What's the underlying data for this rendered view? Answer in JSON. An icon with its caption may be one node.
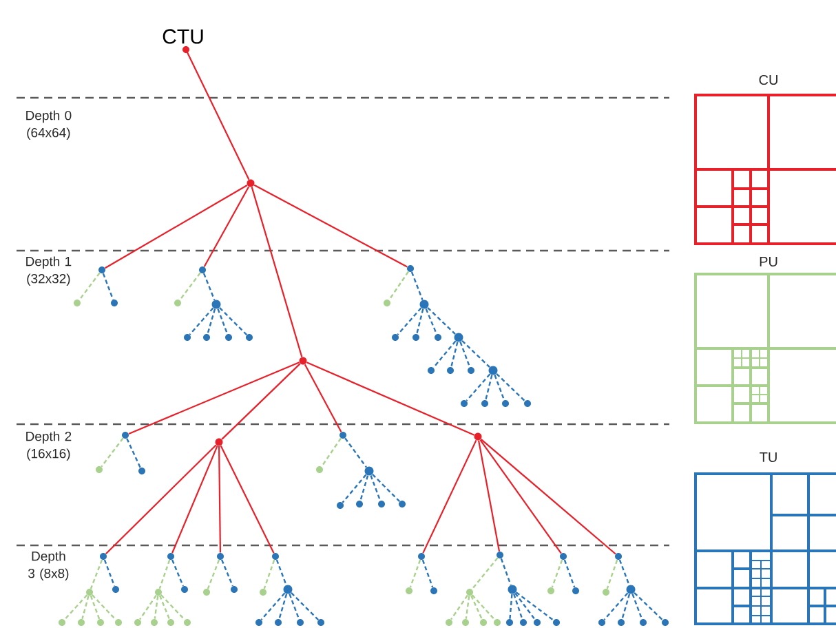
{
  "diagram": {
    "nodes": [
      {
        "text": [
          "CTU"
        ]
      },
      {
        "text": [],
        "shape": "circle"
      },
      {
        "text": [],
        "shape": "circle"
      },
      {
        "text": [],
        "shape": "circle"
      },
      {
        "text": [],
        "shape": "circle"
      },
      {
        "text": [],
        "shape": "circle"
      },
      {
        "text": [],
        "shape": "circle"
      },
      {
        "text": [],
        "shape": "circle"
      },
      {
        "text": [],
        "shape": "circle"
      },
      {
        "text": [],
        "shape": "circle"
      },
      {
        "text": [],
        "shape": "circle"
      },
      {
        "text": [],
        "shape": "circle"
      },
      {
        "text": [],
        "shape": "circle"
      },
      {
        "text": [],
        "shape": "circle"
      },
      {
        "text": [],
        "shape": "circle"
      },
      {
        "text": [],
        "shape": "circle"
      },
      {
        "text": [],
        "shape": "circle"
      },
      {
        "text": [],
        "shape": "circle"
      },
      {
        "text": [],
        "shape": "circle"
      },
      {
        "text": [],
        "shape": "circle"
      },
      {
        "text": [],
        "shape": "circle"
      },
      {
        "text": [],
        "shape": "circle"
      },
      {
        "text": [],
        "shape": "circle"
      },
      {
        "text": [],
        "shape": "circle"
      },
      {
        "text": [],
        "shape": "circle"
      },
      {
        "text": [],
        "shape": "circle"
      },
      {
        "text": [],
        "shape": "circle"
      },
      {
        "text": [],
        "shape": "circle"
      },
      {
        "text": [],
        "shape": "circle"
      },
      {
        "text": [],
        "shape": "circle"
      },
      {
        "text": [],
        "shape": "circle"
      },
      {
        "text": [],
        "shape": "circle"
      },
      {
        "text": [],
        "shape": "circle"
      },
      {
        "text": [],
        "shape": "circle"
      },
      {
        "text": [],
        "shape": "circle"
      },
      {
        "text": [],
        "shape": "circle"
      },
      {
        "text": [],
        "shape": "circle"
      },
      {
        "text": [],
        "shape": "circle"
      },
      {
        "text": [],
        "shape": "circle"
      },
      {
        "text": [],
        "shape": "circle"
      },
      {
        "text": [],
        "shape": "circle"
      },
      {
        "text": [],
        "shape": "circle"
      },
      {
        "text": [],
        "shape": "circle"
      },
      {
        "text": [],
        "shape": "circle"
      },
      {
        "text": [],
        "shape": "circle"
      },
      {
        "text": [],
        "shape": "circle"
      },
      {
        "text": [],
        "shape": "circle"
      },
      {
        "text": [],
        "shape": "circle"
      },
      {
        "text": [],
        "shape": "circle"
      },
      {
        "text": [],
        "shape": "circle"
      },
      {
        "text": [],
        "shape": "circle"
      },
      {
        "text": [],
        "shape": "circle"
      },
      {
        "text": [],
        "shape": "circle"
      },
      {
        "text": [],
        "shape": "circle"
      },
      {
        "text": [],
        "shape": "circle"
      },
      {
        "text": [],
        "shape": "circle"
      },
      {
        "text": [],
        "shape": "circle"
      },
      {
        "text": [],
        "shape": "circle"
      },
      {
        "text": [],
        "shape": "circle"
      },
      {
        "text": [],
        "shape": "circle"
      },
      {
        "text": [],
        "shape": "circle"
      },
      {
        "text": [],
        "shape": "circle"
      },
      {
        "text": [],
        "shape": "circle"
      },
      {
        "text": [],
        "shape": "circle"
      },
      {
        "text": [],
        "shape": "circle"
      },
      {
        "text": [],
        "shape": "circle"
      },
      {
        "text": [],
        "shape": "circle"
      },
      {
        "text": [],
        "shape": "circle"
      },
      {
        "text": [],
        "shape": "circle"
      },
      {
        "text": [],
        "shape": "circle"
      },
      {
        "text": [],
        "shape": "circle"
      },
      {
        "text": [],
        "shape": "circle"
      },
      {
        "text": [],
        "shape": "circle"
      },
      {
        "text": [],
        "shape": "circle"
      },
      {
        "text": [],
        "shape": "circle"
      },
      {
        "text": [],
        "shape": "circle"
      },
      {
        "text": [],
        "shape": "circle"
      },
      {
        "text": [],
        "shape": "circle"
      },
      {
        "text": [],
        "shape": "circle"
      },
      {
        "text": [],
        "shape": "circle"
      },
      {
        "text": [],
        "shape": "circle"
      },
      {
        "text": [],
        "shape": "circle"
      },
      {
        "text": [],
        "shape": "circle"
      },
      {
        "text": [],
        "shape": "circle"
      },
      {
        "text": [],
        "shape": "circle"
      },
      {
        "text": [],
        "shape": "circle"
      },
      {
        "text": [],
        "shape": "circle"
      },
      {
        "text": [],
        "shape": "circle"
      }
    ],
    "edges": [
      {
        "from": 0,
        "to": 1,
        "arrow": "none",
        "color": "#e8202a"
      },
      {
        "from": 1,
        "to": 2,
        "arrow": "none",
        "color": "#e8202a"
      },
      {
        "from": 1,
        "to": 3,
        "arrow": "none",
        "color": "#e8202a"
      },
      {
        "from": 1,
        "to": 4,
        "arrow": "none",
        "color": "#e8202a"
      },
      {
        "from": 1,
        "to": 5,
        "arrow": "none",
        "color": "#e8202a"
      },
      {
        "from": 4,
        "to": 28,
        "arrow": "none",
        "color": "#e8202a"
      },
      {
        "from": 4,
        "to": 29,
        "arrow": "none",
        "color": "#e8202a"
      },
      {
        "from": 4,
        "to": 30,
        "arrow": "none",
        "color": "#e8202a"
      },
      {
        "from": 4,
        "to": 31,
        "arrow": "none",
        "color": "#e8202a"
      },
      {
        "from": 29,
        "to": 40,
        "arrow": "none",
        "color": "#e8202a"
      },
      {
        "from": 29,
        "to": 41,
        "arrow": "none",
        "color": "#e8202a"
      },
      {
        "from": 29,
        "to": 42,
        "arrow": "none",
        "color": "#e8202a"
      },
      {
        "from": 29,
        "to": 43,
        "arrow": "none",
        "color": "#e8202a"
      },
      {
        "from": 31,
        "to": 44,
        "arrow": "none",
        "color": "#e8202a"
      },
      {
        "from": 31,
        "to": 45,
        "arrow": "none",
        "color": "#e8202a"
      },
      {
        "from": 31,
        "to": 46,
        "arrow": "none",
        "color": "#e8202a"
      },
      {
        "from": 31,
        "to": 47,
        "arrow": "none",
        "color": "#e8202a"
      },
      {
        "from": 2,
        "to": 6,
        "arrow": "none",
        "style": "dashed",
        "color": "#a9d18e"
      },
      {
        "from": 3,
        "to": 8,
        "arrow": "none",
        "style": "dashed",
        "color": "#a9d18e"
      },
      {
        "from": 5,
        "to": 14,
        "arrow": "none",
        "style": "dashed",
        "color": "#a9d18e"
      },
      {
        "from": 28,
        "to": 32,
        "arrow": "none",
        "style": "dashed",
        "color": "#a9d18e"
      },
      {
        "from": 30,
        "to": 34,
        "arrow": "none",
        "style": "dashed",
        "color": "#a9d18e"
      },
      {
        "from": 40,
        "to": 48,
        "arrow": "none",
        "style": "dashed",
        "color": "#a9d18e"
      },
      {
        "from": 41,
        "to": 50,
        "arrow": "none",
        "style": "dashed",
        "color": "#a9d18e"
      },
      {
        "from": 42,
        "to": 52,
        "arrow": "none",
        "style": "dashed",
        "color": "#a9d18e"
      },
      {
        "from": 43,
        "to": 54,
        "arrow": "none",
        "style": "dashed",
        "color": "#a9d18e"
      },
      {
        "from": 44,
        "to": 56,
        "arrow": "none",
        "style": "dashed",
        "color": "#a9d18e"
      },
      {
        "from": 45,
        "to": 58,
        "arrow": "none",
        "style": "dashed",
        "color": "#a9d18e"
      },
      {
        "from": 46,
        "to": 60,
        "arrow": "none",
        "style": "dashed",
        "color": "#a9d18e"
      },
      {
        "from": 47,
        "to": 62,
        "arrow": "none",
        "style": "dashed",
        "color": "#a9d18e"
      },
      {
        "from": 48,
        "to": 64,
        "arrow": "none",
        "style": "dashed",
        "color": "#a9d18e"
      },
      {
        "from": 48,
        "to": 65,
        "arrow": "none",
        "style": "dashed",
        "color": "#a9d18e"
      },
      {
        "from": 48,
        "to": 66,
        "arrow": "none",
        "style": "dashed",
        "color": "#a9d18e"
      },
      {
        "from": 48,
        "to": 67,
        "arrow": "none",
        "style": "dashed",
        "color": "#a9d18e"
      },
      {
        "from": 50,
        "to": 68,
        "arrow": "none",
        "style": "dashed",
        "color": "#a9d18e"
      },
      {
        "from": 50,
        "to": 69,
        "arrow": "none",
        "style": "dashed",
        "color": "#a9d18e"
      },
      {
        "from": 50,
        "to": 70,
        "arrow": "none",
        "style": "dashed",
        "color": "#a9d18e"
      },
      {
        "from": 50,
        "to": 71,
        "arrow": "none",
        "style": "dashed",
        "color": "#a9d18e"
      },
      {
        "from": 58,
        "to": 76,
        "arrow": "none",
        "style": "dashed",
        "color": "#a9d18e"
      },
      {
        "from": 58,
        "to": 77,
        "arrow": "none",
        "style": "dashed",
        "color": "#a9d18e"
      },
      {
        "from": 58,
        "to": 78,
        "arrow": "none",
        "style": "dashed",
        "color": "#a9d18e"
      },
      {
        "from": 58,
        "to": 79,
        "arrow": "none",
        "style": "dashed",
        "color": "#a9d18e"
      },
      {
        "from": 2,
        "to": 7,
        "arrow": "none",
        "style": "dashed"
      },
      {
        "from": 3,
        "to": 9,
        "arrow": "none",
        "style": "dashed"
      },
      {
        "from": 9,
        "to": 10,
        "arrow": "none",
        "style": "dashed"
      },
      {
        "from": 9,
        "to": 11,
        "arrow": "none",
        "style": "dashed"
      },
      {
        "from": 9,
        "to": 12,
        "arrow": "none",
        "style": "dashed"
      },
      {
        "from": 9,
        "to": 13,
        "arrow": "none",
        "style": "dashed"
      },
      {
        "from": 5,
        "to": 15,
        "arrow": "none",
        "style": "dashed"
      },
      {
        "from": 15,
        "to": 16,
        "arrow": "none",
        "style": "dashed"
      },
      {
        "from": 15,
        "to": 17,
        "arrow": "none",
        "style": "dashed"
      },
      {
        "from": 15,
        "to": 18,
        "arrow": "none",
        "style": "dashed"
      },
      {
        "from": 15,
        "to": 19,
        "arrow": "none",
        "style": "dashed"
      },
      {
        "from": 19,
        "to": 20,
        "arrow": "none",
        "style": "dashed"
      },
      {
        "from": 19,
        "to": 21,
        "arrow": "none",
        "style": "dashed"
      },
      {
        "from": 19,
        "to": 22,
        "arrow": "none",
        "style": "dashed"
      },
      {
        "from": 19,
        "to": 23,
        "arrow": "none",
        "style": "dashed"
      },
      {
        "from": 23,
        "to": 24,
        "arrow": "none",
        "style": "dashed"
      },
      {
        "from": 23,
        "to": 25,
        "arrow": "none",
        "style": "dashed"
      },
      {
        "from": 23,
        "to": 26,
        "arrow": "none",
        "style": "dashed"
      },
      {
        "from": 23,
        "to": 27,
        "arrow": "none",
        "style": "dashed"
      },
      {
        "from": 28,
        "to": 33,
        "arrow": "none",
        "style": "dashed"
      },
      {
        "from": 30,
        "to": 35,
        "arrow": "none",
        "style": "dashed"
      },
      {
        "from": 35,
        "to": 36,
        "arrow": "none",
        "style": "dashed"
      },
      {
        "from": 35,
        "to": 37,
        "arrow": "none",
        "style": "dashed"
      },
      {
        "from": 35,
        "to": 38,
        "arrow": "none",
        "style": "dashed"
      },
      {
        "from": 35,
        "to": 39,
        "arrow": "none",
        "style": "dashed"
      },
      {
        "from": 40,
        "to": 49,
        "arrow": "none",
        "style": "dashed"
      },
      {
        "from": 41,
        "to": 51,
        "arrow": "none",
        "style": "dashed"
      },
      {
        "from": 42,
        "to": 53,
        "arrow": "none",
        "style": "dashed"
      },
      {
        "from": 43,
        "to": 55,
        "arrow": "none",
        "style": "dashed"
      },
      {
        "from": 55,
        "to": 72,
        "arrow": "none",
        "style": "dashed"
      },
      {
        "from": 55,
        "to": 73,
        "arrow": "none",
        "style": "dashed"
      },
      {
        "from": 55,
        "to": 74,
        "arrow": "none",
        "style": "dashed"
      },
      {
        "from": 55,
        "to": 75,
        "arrow": "none",
        "style": "dashed"
      },
      {
        "from": 44,
        "to": 57,
        "arrow": "none",
        "style": "dashed"
      },
      {
        "from": 45,
        "to": 59,
        "arrow": "none",
        "style": "dashed"
      },
      {
        "from": 59,
        "to": 80,
        "arrow": "none",
        "style": "dashed"
      },
      {
        "from": 59,
        "to": 81,
        "arrow": "none",
        "style": "dashed"
      },
      {
        "from": 59,
        "to": 82,
        "arrow": "none",
        "style": "dashed"
      },
      {
        "from": 59,
        "to": 83,
        "arrow": "none",
        "style": "dashed"
      },
      {
        "from": 46,
        "to": 61,
        "arrow": "none",
        "style": "dashed"
      },
      {
        "from": 47,
        "to": 63,
        "arrow": "none",
        "style": "dashed"
      },
      {
        "from": 63,
        "to": 84,
        "arrow": "none",
        "style": "dashed"
      },
      {
        "from": 63,
        "to": 85,
        "arrow": "none",
        "style": "dashed"
      },
      {
        "from": 63,
        "to": 86,
        "arrow": "none",
        "style": "dashed"
      },
      {
        "from": 63,
        "to": 87,
        "arrow": "none",
        "style": "dashed"
      }
    ],
    "labels": [
      "CU",
      "Depth 0 (64x64)",
      "Depth 1 (32x32)",
      "PU",
      "Depth 2 (16x16)",
      "TU",
      "Depth 3 (8x8)"
    ]
  }
}
